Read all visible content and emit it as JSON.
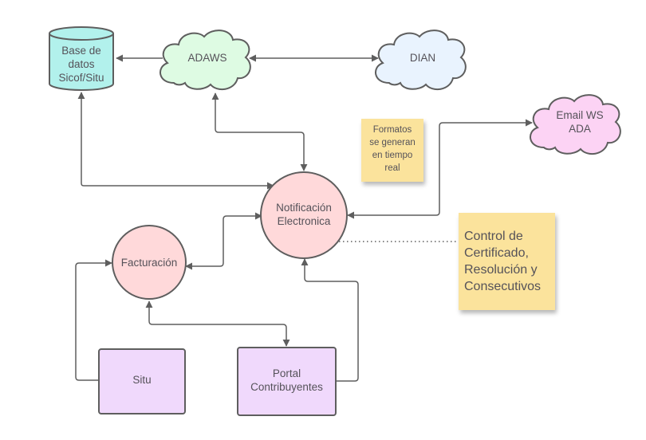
{
  "diagram": {
    "colors": {
      "stroke": "#5e5e5e",
      "database_fill": "#b2f1ec",
      "adaws_fill": "#defbe3",
      "dian_fill": "#e9f3fe",
      "email_fill": "#fcd3f4",
      "process_fill": "#ffd9da",
      "box_fill": "#f0d9fc",
      "sticky_fill": "#fbe39c",
      "text": "#555259"
    },
    "nodes": {
      "database": {
        "label": "Base de\ndatos\nSicof/Situ",
        "shape": "cylinder"
      },
      "adaws": {
        "label": "ADAWS",
        "shape": "cloud"
      },
      "dian": {
        "label": "DIAN",
        "shape": "cloud"
      },
      "email": {
        "label": "Email WS\nADA",
        "shape": "cloud"
      },
      "notificacion": {
        "label": "Notificación\nElectronica",
        "shape": "circle"
      },
      "facturacion": {
        "label": "Facturación",
        "shape": "circle"
      },
      "situ": {
        "label": "Situ",
        "shape": "rectangle"
      },
      "portal": {
        "label": "Portal\nContribuyentes",
        "shape": "rectangle"
      }
    },
    "notes": {
      "formatos": "Formatos\nse generan\nen tiempo\nreal",
      "control": "Control de\nCertificado,\nResolución y\nConsecutivos"
    },
    "edges": [
      {
        "from": "adaws",
        "to": "database",
        "arrows": "end"
      },
      {
        "from": "adaws",
        "to": "dian",
        "arrows": "both"
      },
      {
        "from": "database",
        "to": "notificacion",
        "arrows": "both"
      },
      {
        "from": "adaws",
        "to": "notificacion",
        "arrows": "both"
      },
      {
        "from": "notificacion",
        "to": "email",
        "arrows": "both"
      },
      {
        "from": "facturacion",
        "to": "notificacion",
        "arrows": "both"
      },
      {
        "from": "situ",
        "to": "facturacion",
        "arrows": "end"
      },
      {
        "from": "facturacion",
        "to": "portal",
        "arrows": "both"
      },
      {
        "from": "portal",
        "to": "notificacion",
        "arrows": "end"
      },
      {
        "from": "notificacion",
        "to": "control",
        "style": "dotted"
      }
    ]
  }
}
